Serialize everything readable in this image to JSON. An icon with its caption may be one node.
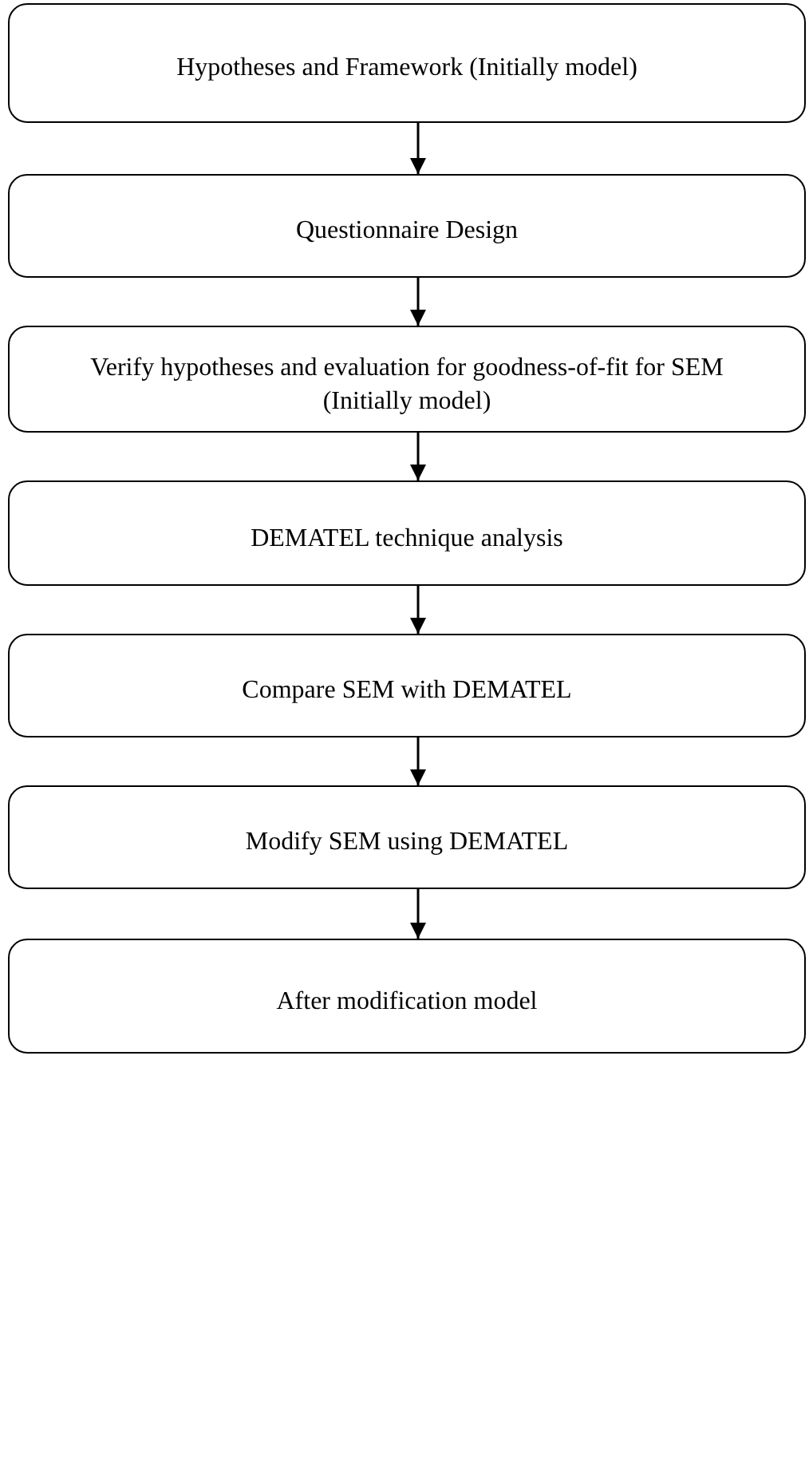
{
  "diagram": {
    "nodes": [
      {
        "text": [
          "Hypotheses and Framework (Initially model)"
        ]
      },
      {
        "text": [
          "Questionnaire Design"
        ]
      },
      {
        "text": [
          "Verify hypotheses and evaluation for goodness-of-fit for SEM (Initially model)"
        ]
      },
      {
        "text": [
          "DEMATEL technique analysis"
        ]
      },
      {
        "text": [
          "Compare SEM with DEMATEL"
        ]
      },
      {
        "text": [
          "Modify SEM using DEMATEL"
        ]
      },
      {
        "text": [
          "After modification model"
        ]
      }
    ],
    "edges": [
      {
        "from": 0,
        "to": 1,
        "arrow": "to"
      },
      {
        "from": 1,
        "to": 2,
        "arrow": "to"
      },
      {
        "from": 2,
        "to": 3,
        "arrow": "to"
      },
      {
        "from": 3,
        "to": 4,
        "arrow": "to"
      },
      {
        "from": 4,
        "to": 5,
        "arrow": "to"
      },
      {
        "from": 5,
        "to": 6,
        "arrow": "to"
      }
    ]
  }
}
